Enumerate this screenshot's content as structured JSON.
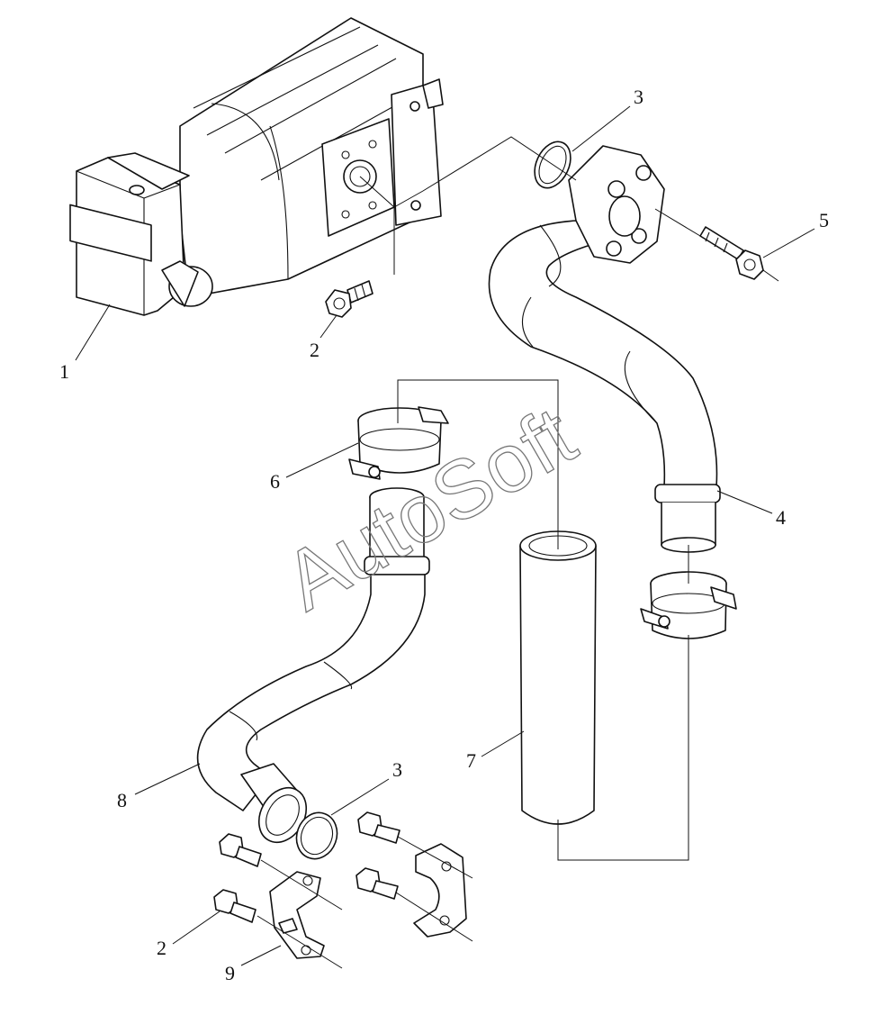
{
  "watermark": "AutoSoft",
  "callouts": {
    "c1": "1",
    "c2a": "2",
    "c3a": "3",
    "c5": "5",
    "c6": "6",
    "c4": "4",
    "c7": "7",
    "c8": "8",
    "c3b": "3",
    "c2b": "2",
    "c9": "9"
  }
}
